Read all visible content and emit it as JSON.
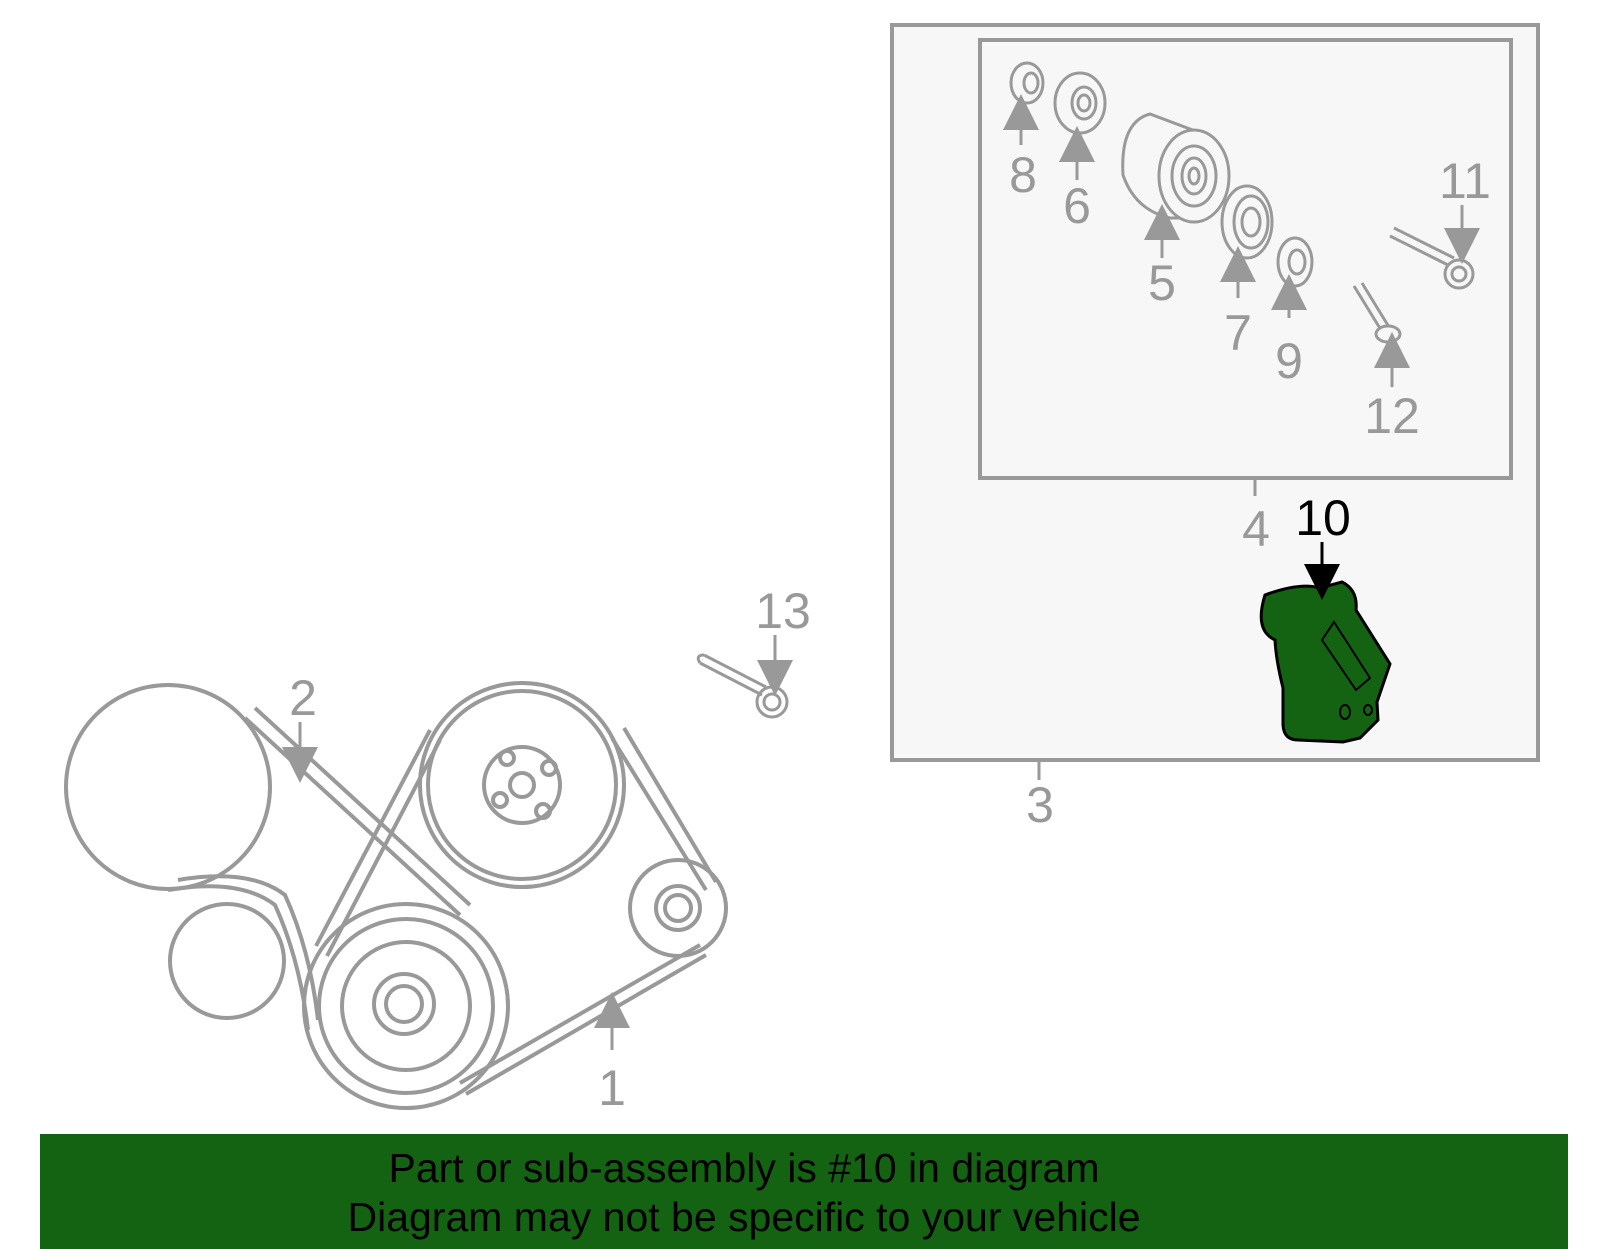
{
  "diagram": {
    "callouts": [
      {
        "id": "1",
        "label": "1"
      },
      {
        "id": "2",
        "label": "2"
      },
      {
        "id": "3",
        "label": "3"
      },
      {
        "id": "4",
        "label": "4"
      },
      {
        "id": "5",
        "label": "5"
      },
      {
        "id": "6",
        "label": "6"
      },
      {
        "id": "7",
        "label": "7"
      },
      {
        "id": "8",
        "label": "8"
      },
      {
        "id": "9",
        "label": "9"
      },
      {
        "id": "10",
        "label": "10",
        "highlighted": true
      },
      {
        "id": "11",
        "label": "11"
      },
      {
        "id": "12",
        "label": "12"
      },
      {
        "id": "13",
        "label": "13"
      }
    ],
    "highlight_color": "#136313",
    "line_color": "#999999"
  },
  "banner": {
    "line1": "Part or sub-assembly is #10 in diagram",
    "line2": "Diagram may not be specific to your vehicle",
    "background": "#136313"
  }
}
